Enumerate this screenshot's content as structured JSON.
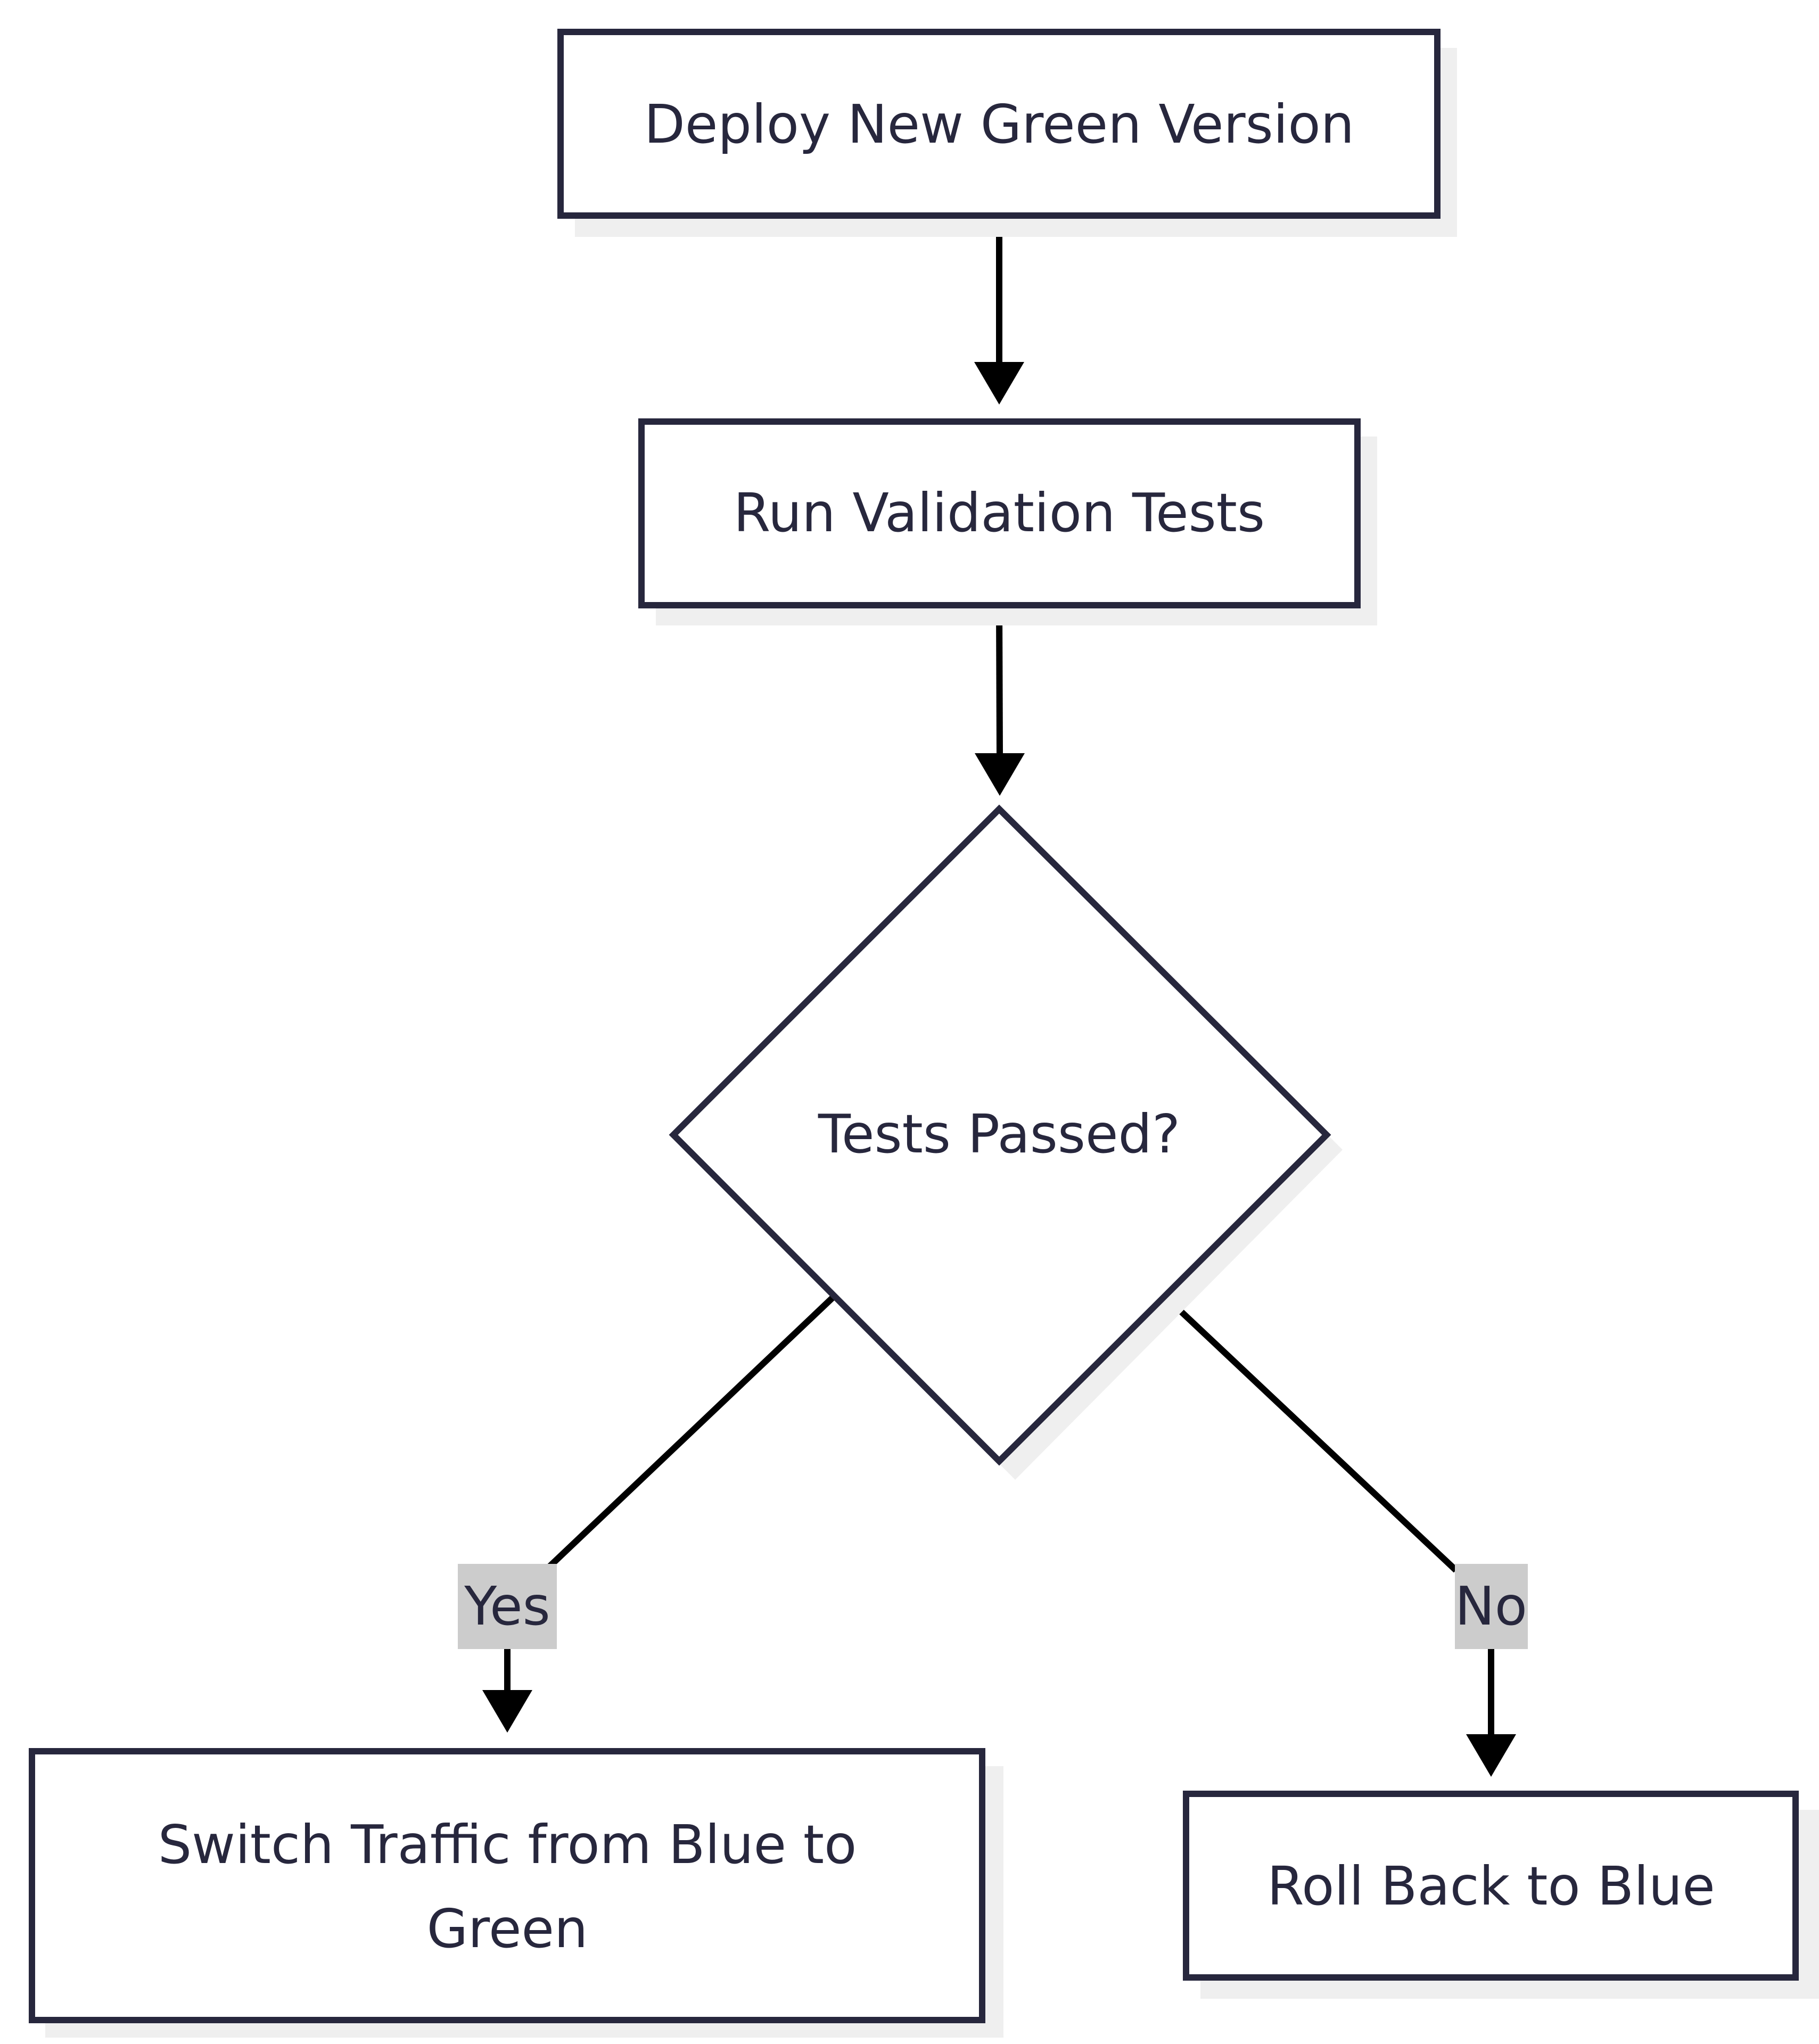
{
  "nodes": {
    "deploy": {
      "label": "Deploy New Green Version"
    },
    "validate": {
      "label": "Run Validation Tests"
    },
    "decision": {
      "label": "Tests Passed?"
    },
    "switch": {
      "label_line1": "Switch Traffic from Blue to",
      "label_line2": "Green"
    },
    "rollback": {
      "label": "Roll Back to Blue"
    }
  },
  "edges": {
    "yes": {
      "label": "Yes"
    },
    "no": {
      "label": "No"
    }
  },
  "colors": {
    "node_stroke": "#27273d",
    "node_fill": "#ffffff",
    "shadow": "#efefef",
    "edge": "#000000",
    "edge_label_bg": "#cccccc",
    "text": "#27273d"
  }
}
